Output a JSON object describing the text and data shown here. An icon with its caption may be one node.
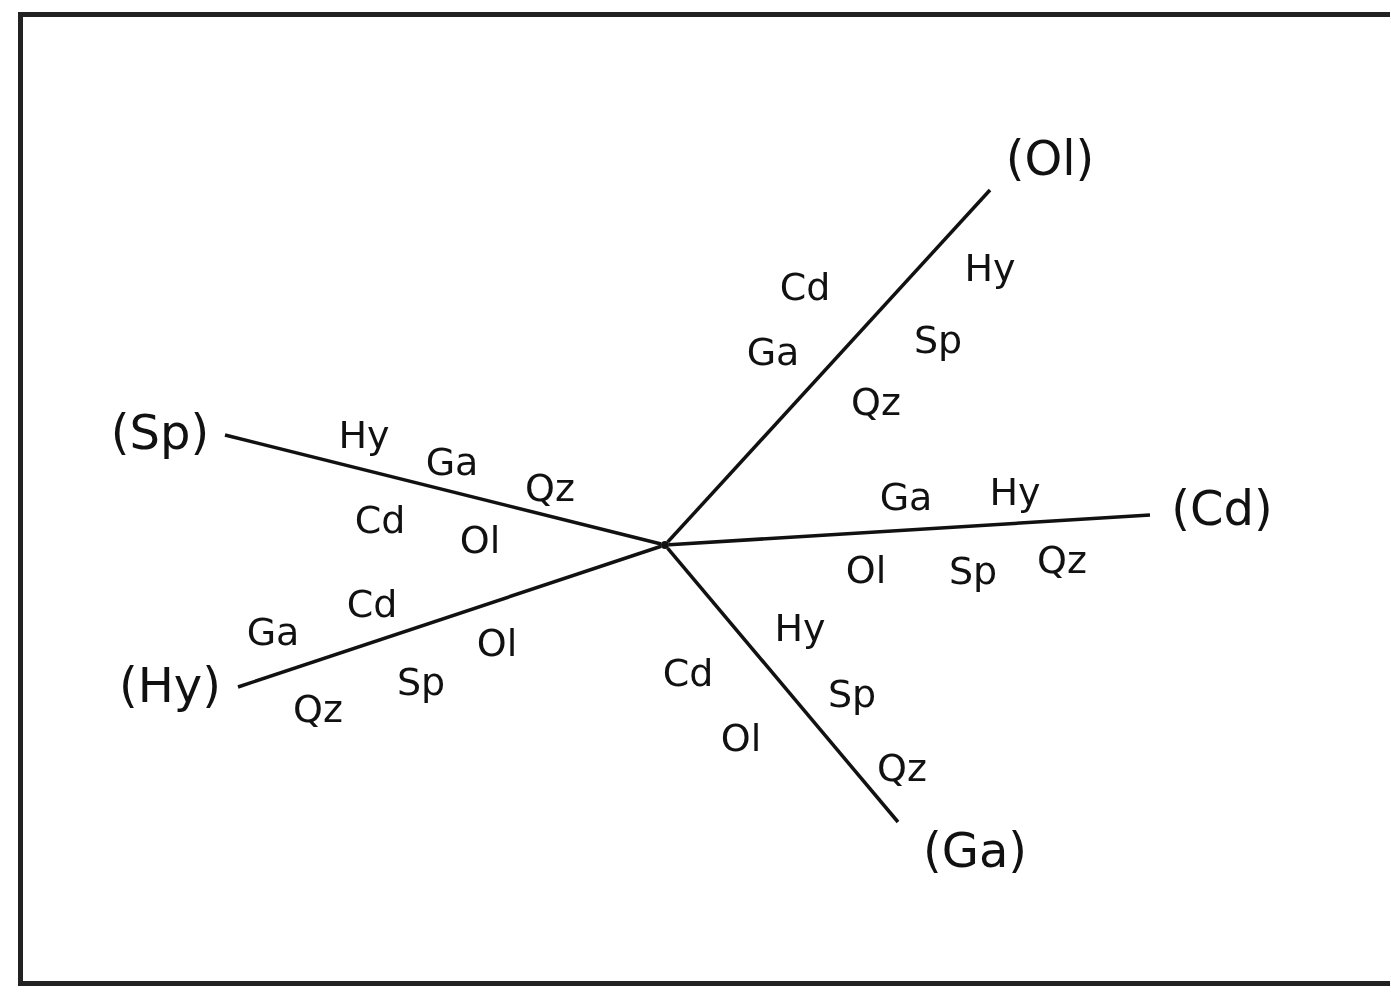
{
  "diagram": {
    "nodes": [
      {
        "text": [],
        "shape": "dot"
      },
      {
        "text": [
          "(Ol)"
        ]
      },
      {
        "text": [
          "(Cd)"
        ]
      },
      {
        "text": [
          "(Ga)"
        ]
      },
      {
        "text": [
          "(Hy)"
        ]
      },
      {
        "text": [
          "(Sp)"
        ]
      }
    ],
    "edges": [
      {
        "from": 0,
        "to": 1,
        "arrow": "none"
      },
      {
        "from": 0,
        "to": 2,
        "arrow": "none"
      },
      {
        "from": 0,
        "to": 3,
        "arrow": "none"
      },
      {
        "from": 0,
        "to": 4,
        "arrow": "none"
      },
      {
        "from": 0,
        "to": 5,
        "arrow": "none"
      }
    ],
    "labels": [
      "Hy",
      "Cd",
      "Sp",
      "Ga",
      "Qz",
      "Hy",
      "Ga",
      "Qz",
      "Hy",
      "Ga",
      "Cd",
      "Ol",
      "Qz",
      "Ol",
      "Sp",
      "Cd",
      "Hy",
      "Ga",
      "Ol",
      "Cd",
      "Sp",
      "Sp",
      "Qz",
      "Ol",
      "Qz"
    ]
  }
}
